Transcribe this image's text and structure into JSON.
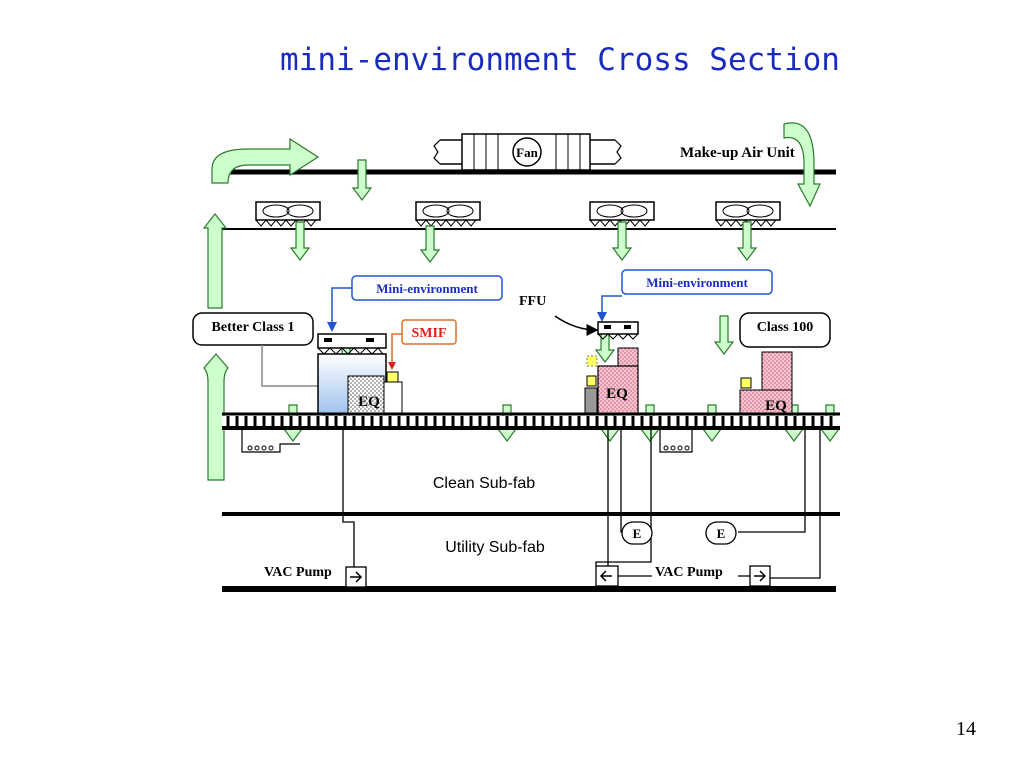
{
  "title": "mini-environment Cross Section",
  "page_number": "14",
  "diagram": {
    "fan_label": "Fan",
    "makeup_air_label": "Make-up Air Unit",
    "mini_env_label_1": "Mini-environment",
    "mini_env_label_2": "Mini-environment",
    "ffu_label": "FFU",
    "smif_label": "SMIF",
    "better_class_label": "Better Class 1",
    "class_100_label": "Class 100",
    "eq_label_1": "EQ",
    "eq_label_2": "EQ",
    "eq_label_3": "EQ",
    "clean_subfab_label": "Clean Sub-fab",
    "utility_subfab_label": "Utility Sub-fab",
    "e_label_1": "E",
    "e_label_2": "E",
    "vac_pump_label_1": "VAC Pump",
    "vac_pump_label_2": "VAC Pump"
  },
  "colors": {
    "title": "#1a2cc0",
    "arrow_fill": "#ccffcc",
    "arrow_stroke": "#2c7a2c",
    "mini_env_border": "#2255cc",
    "smif_border": "#e07020",
    "smif_text": "#e02020",
    "eq_pink": "#f7c6d0"
  }
}
